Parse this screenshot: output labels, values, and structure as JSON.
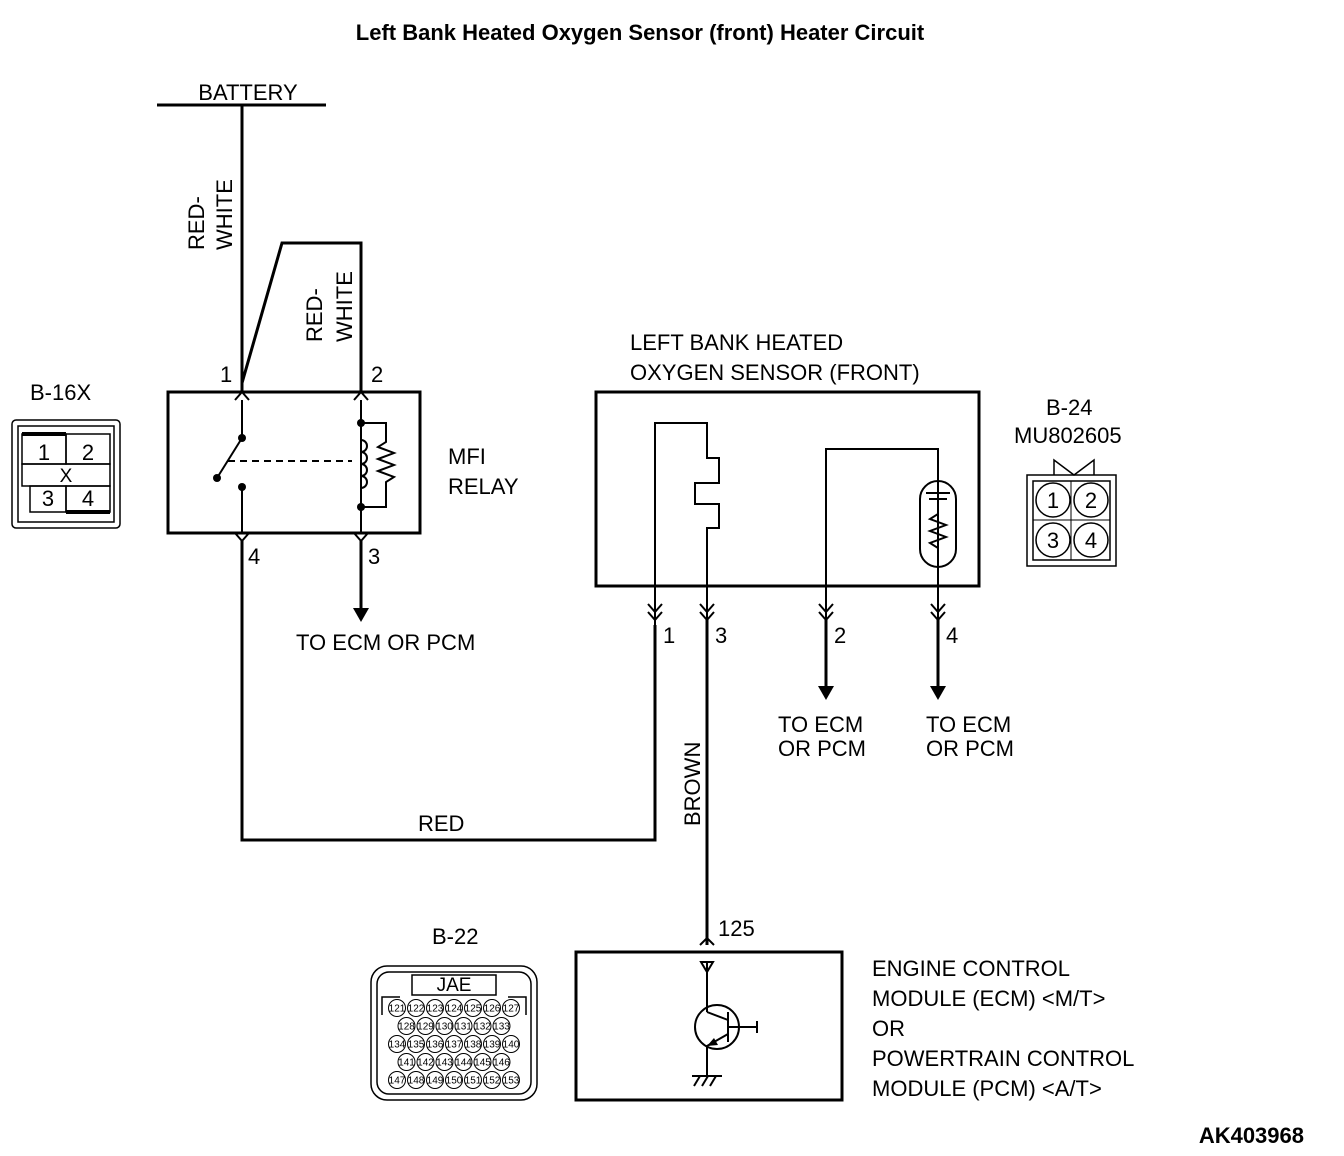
{
  "title": "Left Bank Heated Oxygen Sensor (front) Heater Circuit",
  "battery": "BATTERY",
  "wires": {
    "red_white_1": [
      "RED-",
      "WHITE"
    ],
    "red_white_2": [
      "RED-",
      "WHITE"
    ],
    "red": "RED",
    "brown": "BROWN"
  },
  "relay": {
    "name_lines": [
      "MFI",
      "RELAY"
    ],
    "pins": {
      "p1": "1",
      "p2": "2",
      "p3": "3",
      "p4": "4"
    },
    "out_label": "TO ECM OR PCM"
  },
  "b16x": {
    "label": "B-16X",
    "pins": [
      "1",
      "2",
      "3",
      "4"
    ],
    "mark": "X"
  },
  "sensor": {
    "name_lines": [
      "LEFT BANK HEATED",
      "OXYGEN SENSOR (FRONT)"
    ],
    "pins": {
      "p1": "1",
      "p3": "3",
      "p2": "2",
      "p4": "4"
    },
    "out2_lines": [
      "TO ECM",
      "OR PCM"
    ],
    "out4_lines": [
      "TO ECM",
      "OR PCM"
    ]
  },
  "b24": {
    "label": "B-24",
    "part": "MU802605",
    "pins": [
      "1",
      "2",
      "3",
      "4"
    ]
  },
  "b22": {
    "label": "B-22",
    "maker": "JAE",
    "rows": [
      [
        "121",
        "122",
        "123",
        "124",
        "125",
        "126",
        "127"
      ],
      [
        "128",
        "129",
        "130",
        "131",
        "132",
        "133"
      ],
      [
        "134",
        "135",
        "136",
        "137",
        "138",
        "139",
        "140"
      ],
      [
        "141",
        "142",
        "143",
        "144",
        "145",
        "146"
      ],
      [
        "147",
        "148",
        "149",
        "150",
        "151",
        "152",
        "153"
      ]
    ]
  },
  "ecm": {
    "pin": "125",
    "name_lines": [
      "ENGINE CONTROL",
      "MODULE (ECM) <M/T>",
      "OR",
      "POWERTRAIN CONTROL",
      "MODULE (PCM) <A/T>"
    ]
  },
  "figure_id": "AK403968"
}
